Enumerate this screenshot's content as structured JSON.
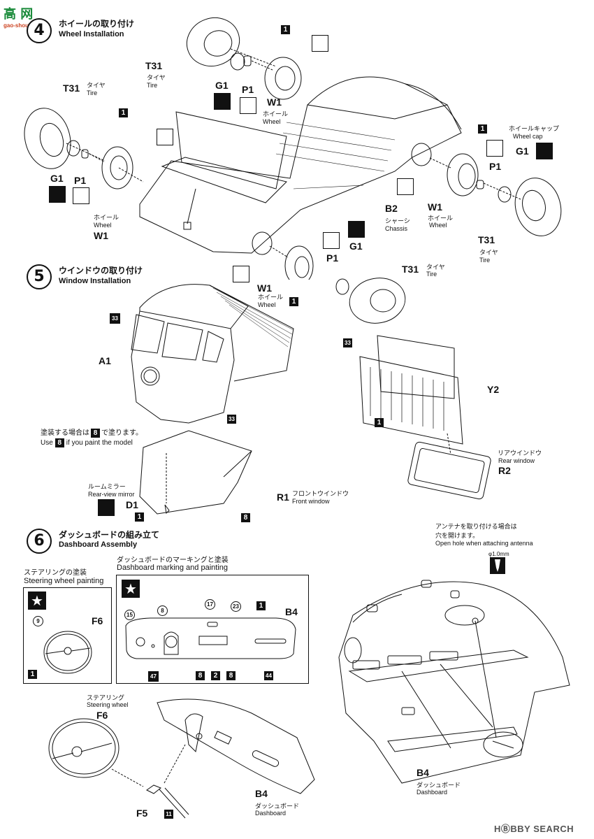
{
  "watermark": {
    "tl": "高 网",
    "tl_sub": "gao-shou.com"
  },
  "step4": {
    "num": "4",
    "jp": "ホイールの取り付け",
    "en": "Wheel Installation"
  },
  "step5": {
    "num": "5",
    "jp": "ウインドウの取り付け",
    "en": "Window Installation"
  },
  "step6": {
    "num": "6",
    "jp": "ダッシュボードの組み立て",
    "en": "Dashboard Assembly"
  },
  "parts": {
    "t31": "T31",
    "tire_jp": "タイヤ",
    "tire_en": "Tire",
    "g1": "G1",
    "p1": "P1",
    "w1": "W1",
    "wheel_jp": "ホイール",
    "wheel_en": "Wheel",
    "wheelcap_jp": "ホイールキャップ",
    "wheelcap_en": "Wheel cap",
    "b2": "B2",
    "chassis_jp": "シャーシ",
    "chassis_en": "Chassis",
    "a1": "A1",
    "y2": "Y2",
    "r2": "R2",
    "rear_jp": "リアウインドウ",
    "rear_en": "Rear window",
    "r1": "R1",
    "front_jp": "フロントウインドウ",
    "front_en": "Front window",
    "d1": "D1",
    "mirror_jp": "ルームミラー",
    "mirror_en": "Rear-view mirror",
    "f6": "F6",
    "f5": "F5",
    "b4": "B4",
    "dash_jp": "ダッシュボード",
    "dash_en": "Dashboard",
    "sw_jp": "ステアリング",
    "sw_en": "Steering wheel"
  },
  "notes": {
    "paint_jp": "塗装する場合は",
    "paint_jp2": "で塗ります。",
    "paint_en": "Use",
    "paint_en2": "if you paint the model",
    "antenna_jp1": "アンテナを取り付ける場合は",
    "antenna_jp2": "穴を開けます。",
    "antenna_en": "Open hole when attaching antenna",
    "drill": "φ1.0mm",
    "swp_jp": "ステアリングの塗装",
    "swp_en": "Steering wheel painting",
    "dmp_jp": "ダッシュボードのマーキングと塗装",
    "dmp_en": "Dashboard marking and painting"
  },
  "colors": {
    "c1": "1",
    "c2": "2",
    "c8": "8",
    "c11": "11",
    "c33": "33",
    "c44": "44",
    "c47": "47"
  },
  "decals": {
    "d9": "9",
    "d8": "8",
    "d15": "15",
    "d17": "17",
    "d23": "23"
  },
  "star": "★",
  "footer": {
    "brand": "HⒷBBY SEARCH"
  }
}
